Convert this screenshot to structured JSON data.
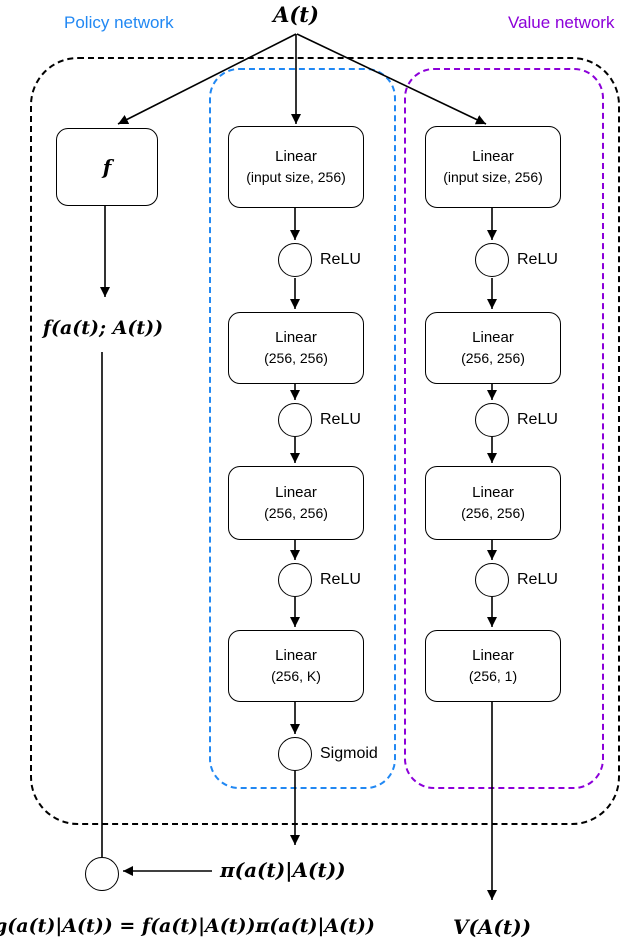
{
  "colors": {
    "policy": "#2188f3",
    "value": "#8c00d9",
    "stroke": "#000000"
  },
  "header": {
    "input_label": "A(t)",
    "policy_network_label": "Policy network",
    "value_network_label": "Value network"
  },
  "policy": {
    "f_box_label": "f",
    "f_output_label": "f(a(t); A(t))",
    "layers": [
      {
        "name": "Linear",
        "params": "(input size, 256)"
      },
      {
        "name": "Linear",
        "params": "(256, 256)"
      },
      {
        "name": "Linear",
        "params": "(256, 256)"
      },
      {
        "name": "Linear",
        "params": "(256, K)"
      }
    ],
    "activations": [
      "ReLU",
      "ReLU",
      "ReLU",
      "Sigmoid"
    ],
    "output_label": "π(a(t)|A(t))"
  },
  "value": {
    "layers": [
      {
        "name": "Linear",
        "params": "(input size, 256)"
      },
      {
        "name": "Linear",
        "params": "(256, 256)"
      },
      {
        "name": "Linear",
        "params": "(256, 256)"
      },
      {
        "name": "Linear",
        "params": "(256, 1)"
      }
    ],
    "activations": [
      "ReLU",
      "ReLU",
      "ReLU"
    ],
    "output_label": "V(A(t))"
  },
  "formula": "g(a(t)|A(t)) = f(a(t)|A(t))π(a(t)|A(t))"
}
